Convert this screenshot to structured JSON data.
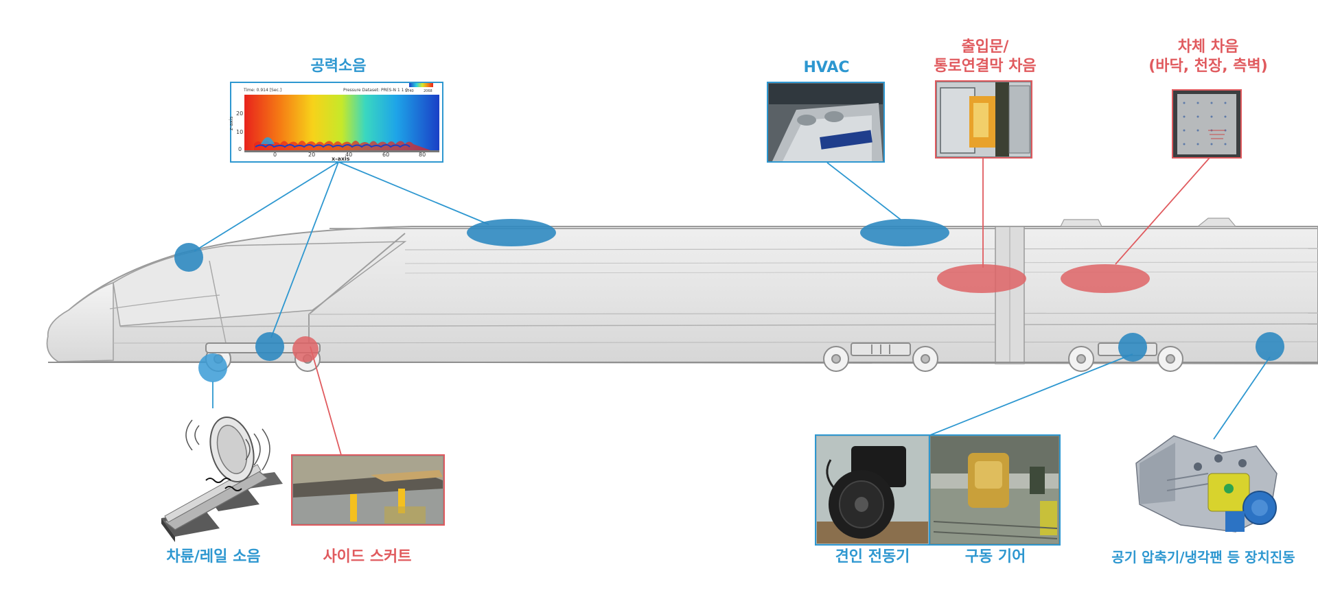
{
  "labels": {
    "aero_noise": "공력소음",
    "hvac": "HVAC",
    "door_line1": "출입문/",
    "door_line2": "통로연결막 차음",
    "body_line1": "차체 차음",
    "body_line2": "(바닥, 천장, 측벽)",
    "wheel_rail": "차륜/레일 소음",
    "side_skirt": "사이드 스커트",
    "traction_motor": "견인 전동기",
    "drive_gear": "구동 기어",
    "compressor": "공기 압축기/냉각팬 등 장치진동"
  },
  "cfd_plot": {
    "time_text": "Time: 0.914 [Sec.]",
    "legend_text": "Pressure Dataset: PRES-N 1 1 0:",
    "legend_min": "1740",
    "legend_max": "2068",
    "y_axis_label": "z-axis",
    "x_axis_label": "x-axis",
    "y_ticks": [
      "20",
      "10",
      "0"
    ],
    "x_ticks": [
      "0",
      "20",
      "40",
      "60",
      "80"
    ]
  },
  "colors": {
    "blue": "#2d97d0",
    "red": "#e05a5e",
    "marker_blue": "#2f89c1",
    "marker_red": "#de6466"
  }
}
